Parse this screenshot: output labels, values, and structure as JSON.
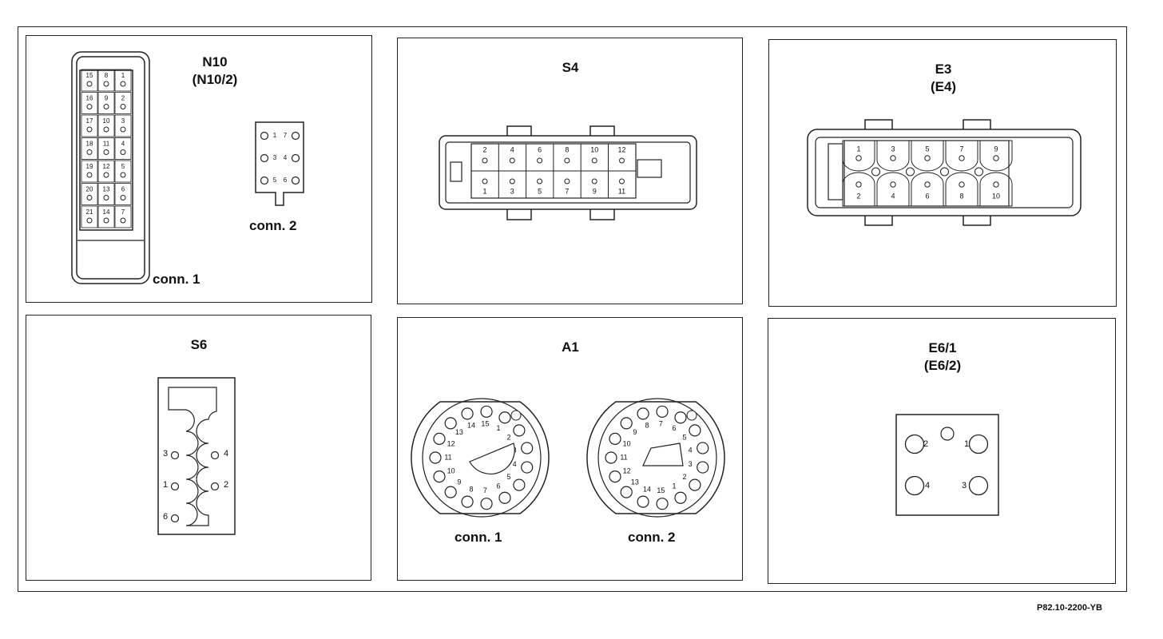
{
  "panels": {
    "n10": {
      "title": "N10",
      "subtitle": "(N10/2)",
      "conn1_label": "conn. 1",
      "conn2_label": "conn. 2",
      "conn1_rows": [
        [
          "15",
          "8",
          "1"
        ],
        [
          "16",
          "9",
          "2"
        ],
        [
          "17",
          "10",
          "3"
        ],
        [
          "18",
          "11",
          "4"
        ],
        [
          "19",
          "12",
          "5"
        ],
        [
          "20",
          "13",
          "6"
        ],
        [
          "21",
          "14",
          "7"
        ]
      ],
      "conn2_rows": [
        [
          "1",
          "7"
        ],
        [
          "3",
          "4"
        ],
        [
          "5",
          "6"
        ]
      ]
    },
    "s4": {
      "title": "S4",
      "top_pins": [
        "2",
        "4",
        "6",
        "8",
        "10",
        "12"
      ],
      "bottom_pins": [
        "1",
        "3",
        "5",
        "7",
        "9",
        "11"
      ]
    },
    "e3": {
      "title": "E3",
      "subtitle": "(E4)",
      "top_pins": [
        "1",
        "3",
        "5",
        "7",
        "9"
      ],
      "bottom_pins": [
        "2",
        "4",
        "6",
        "8",
        "10"
      ]
    },
    "s6": {
      "title": "S6",
      "pins": [
        "3",
        "4",
        "1",
        "2",
        "6"
      ]
    },
    "a1": {
      "title": "A1",
      "conn1_label": "conn. 1",
      "conn2_label": "conn. 2",
      "conn1_pins": [
        "1",
        "2",
        "3",
        "4",
        "5",
        "6",
        "7",
        "8",
        "9",
        "10",
        "11",
        "12",
        "13",
        "14",
        "15"
      ],
      "conn2_pins": [
        "1",
        "2",
        "3",
        "4",
        "5",
        "6",
        "7",
        "8",
        "9",
        "10",
        "11",
        "12",
        "13",
        "14",
        "15"
      ]
    },
    "e6": {
      "title": "E6/1",
      "subtitle": "(E6/2)",
      "pins": [
        "1",
        "2",
        "3",
        "4"
      ]
    }
  },
  "footer": {
    "reference": "P82.10-2200-YB"
  }
}
